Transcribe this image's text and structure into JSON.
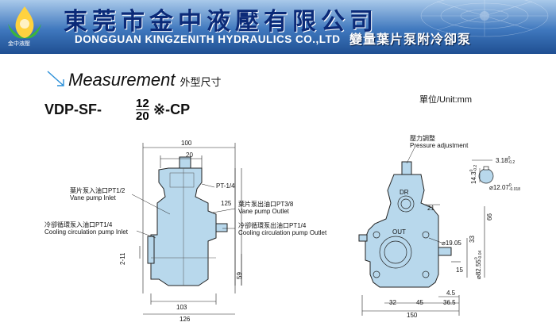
{
  "header": {
    "company_cn": "東莞市金中液壓有限公司",
    "company_en": "DONGGUAN KINGZENITH HYDRAULICS CO.,LTD",
    "logo_text": "金中液壓",
    "product_name": "變量葉片泵附冷卻泵",
    "colors": {
      "banner_dark": "#1f4f92",
      "banner_light": "#a9c9ea",
      "pump_body": "#b8d8ec"
    }
  },
  "section": {
    "title_en": "Measurement",
    "title_cn": "外型尺寸",
    "model_prefix": "VDP-SF-",
    "model_top": "12",
    "model_bottom": "20",
    "model_suffix": "※-CP",
    "unit": "單位/Unit:mm"
  },
  "left_view": {
    "labels": {
      "vane_inlet_cn": "葉片泵入油口PT1/2",
      "vane_inlet_en": "Vane pump Inlet",
      "cool_inlet_cn": "冷卻循環泵入油口PT1/4",
      "cool_inlet_en": "Cooling circulation pump Inlet",
      "pt": "PT-1/4",
      "vane_outlet_cn": "葉片泵出油口PT3/8",
      "vane_outlet_en": "Vane pump Outlet",
      "cool_outlet_cn": "冷卻循環泵出油口PT1/4",
      "cool_outlet_en": "Cooling circulation pump Outlet"
    },
    "dims": {
      "d100": "100",
      "d20": "20",
      "d125": "125",
      "d59": "59",
      "d103": "103",
      "d126": "126",
      "d211": "2-11"
    }
  },
  "right_view": {
    "labels": {
      "pressure_cn": "壓力調整",
      "pressure_en": "Pressure adjustment",
      "dr": "DR",
      "out": "OUT"
    },
    "dims": {
      "d318": "3.18",
      "d318_tol_top": "0",
      "d318_tol_bot": "-0.2",
      "d143": "14.3",
      "d143_tol_top": "0",
      "d143_tol_bot": "-0.2",
      "d1207": "12.07",
      "d1207_tol_top": "0",
      "d1207_tol_bot": "-0.018",
      "d21": "21",
      "d66": "66",
      "d1905": "19.05",
      "d33": "33",
      "d15": "15",
      "d8255": "82.55",
      "d8255_tol_top": "0",
      "d8255_tol_bot": "-0.04",
      "d45a": "4.5",
      "d32": "32",
      "d45": "45",
      "d365": "36.5",
      "d150": "150"
    }
  }
}
